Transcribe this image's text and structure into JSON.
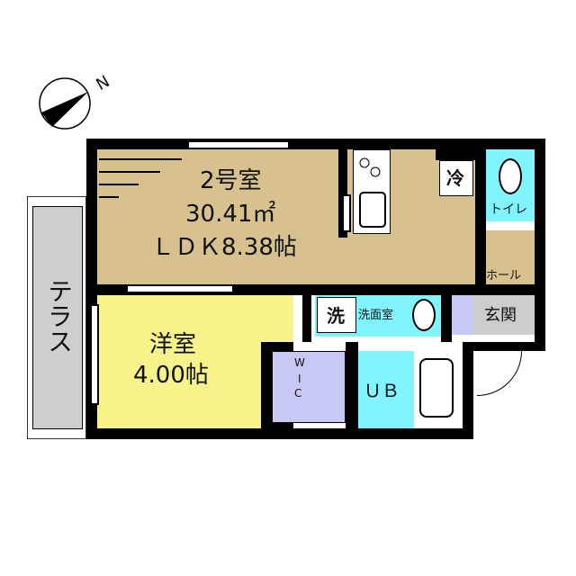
{
  "floorplan": {
    "compass": {
      "label": "N",
      "icon": "north-arrow-icon"
    },
    "unit": {
      "name": "2号室",
      "area": "30.41㎡",
      "ldk": "ＬＤＫ8.38帖"
    },
    "rooms": {
      "terrace": "テラス",
      "western_room": {
        "name": "洋室",
        "size": "4.00帖"
      },
      "wic": [
        "W",
        "I",
        "C"
      ],
      "fridge": "冷",
      "toilet": "トイレ",
      "hall": "ホール",
      "washer": "洗",
      "washroom": "洗面室",
      "entrance": "玄関",
      "bath": "ＵＢ"
    },
    "colors": {
      "ldk": "#d7c28f",
      "western": "#f7f28a",
      "aqua": "#80f4ff",
      "lavender": "#c8c8f4",
      "gray": "#cccccc",
      "terrace": "#cfcfcf"
    }
  }
}
